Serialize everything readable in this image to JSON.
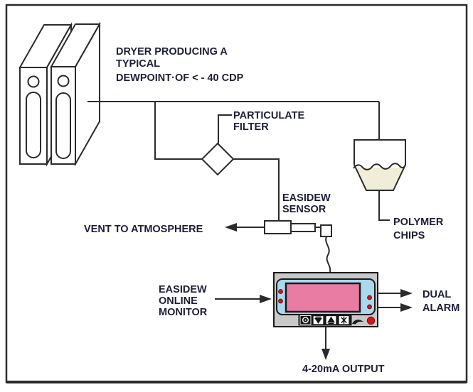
{
  "diagram": {
    "labels": {
      "dryer_line1": "DRYER PRODUCING A",
      "dryer_line2": "TYPICAL",
      "dryer_line3": "DEWPOINT·OF < - 40 CDP",
      "particulate_line1": "PARTICULATE",
      "particulate_line2": "FILTER",
      "sensor_line1": "EASIDEW",
      "sensor_line2": "SENSOR",
      "vent": "VENT TO ATMOSPHERE",
      "monitor_line1": "EASIDEW",
      "monitor_line2": "ONLINE",
      "monitor_line3": "MONITOR",
      "alarm_line1": "DUAL",
      "alarm_line2": "ALARM",
      "polymer_line1": "POLYMER",
      "polymer_line2": "CHIPS",
      "output": "4-20mA OUTPUT"
    },
    "colors": {
      "line": "#2b2b2b",
      "label_text": "#1e1e38",
      "monitor_body": "#c9c9c9",
      "monitor_panel": "#a9d9ec",
      "monitor_screen": "#e87ca3",
      "led_red": "#cf1322",
      "power_button_red": "#dd1111",
      "chips_fill": "#f0eed8",
      "background": "#ffffff"
    },
    "icons": {
      "program_button": "filled-circle",
      "down_button": "triangle-down",
      "up_button": "triangle-up",
      "set_button": "asterisk",
      "power_led": "red-circle"
    }
  }
}
